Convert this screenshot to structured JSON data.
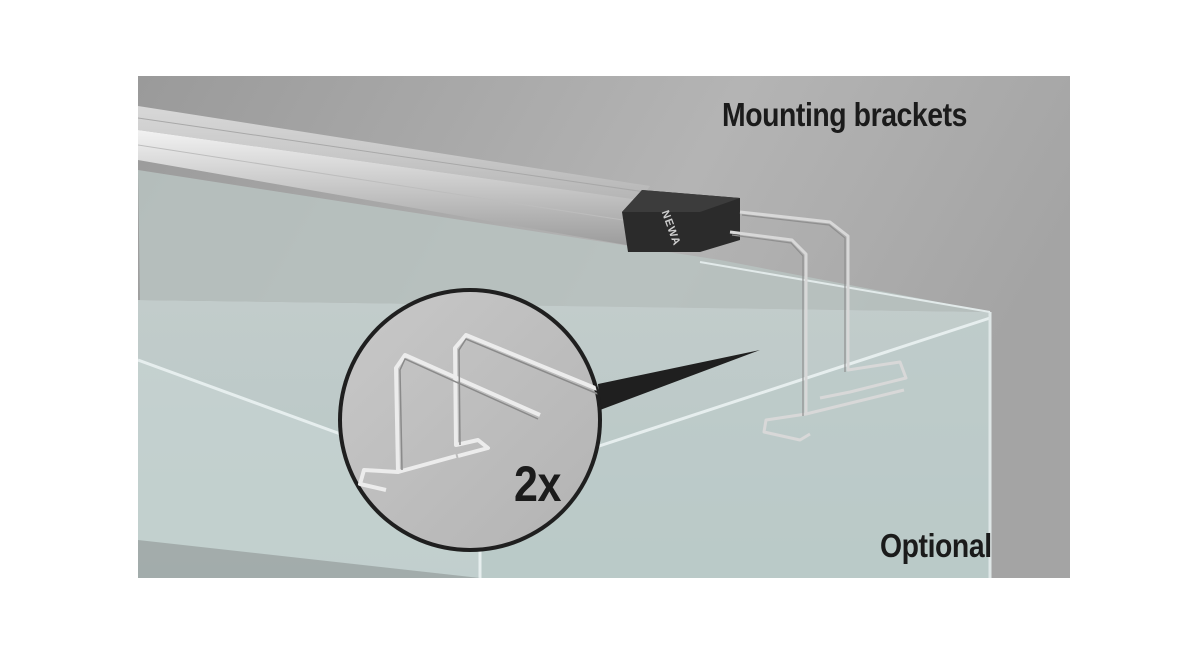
{
  "image": {
    "subject": "aquarium LED light bar with wire mounting brackets",
    "background_color": "#ffffff",
    "scene_background_color": "#a9a9a9"
  },
  "captions": {
    "title": "Mounting brackets",
    "quantity": "2x",
    "optional": "Optional"
  },
  "branding": {
    "logo_text": "NEWA"
  },
  "icons": {
    "zoom_callout": "magnifier-circle-icon",
    "bracket": "wire-bracket-icon"
  }
}
